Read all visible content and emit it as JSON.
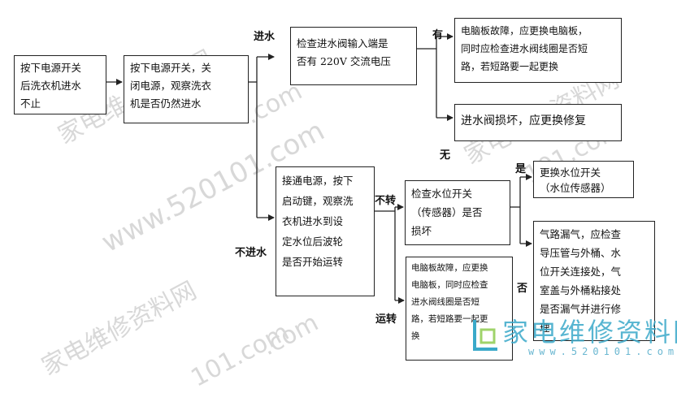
{
  "nodes": {
    "n1": "按下电源开关\n后洗衣机进水\n不止",
    "n2": "按下电源开关，关\n闭电源，观察洗衣\n机是否仍然进水",
    "n3": "检查进水阀输入端是\n否有 220V 交流电压",
    "n4": "电脑板故障，应更换电脑板，\n同时应检查进水阀线圈是否短\n路，若短路要一起更换",
    "n5": "进水阀损坏，应更换修复",
    "n6": "接通电源，按下\n启动键，观察洗\n衣机进水到设\n定水位后波轮\n是否开始运转",
    "n7": "检查水位开关\n（传感器）是否\n损坏",
    "n8": "电脑板故障，应更换\n电脑板，同时应检查\n进水阀线圈是否短\n路，若短路要一起更\n换",
    "n9": "更换水位开关\n（水位传感器）",
    "n10": "气路漏气，应检查\n导压管与外桶、水\n位开关连接处，气\n室盖与外桶粘接处\n是否漏气并进行修\n理"
  },
  "labels": {
    "jinshui": "进水",
    "bujinshui": "不进水",
    "you": "有",
    "wu": "无",
    "buzhuan": "不转",
    "yunzhuan": "运转",
    "shi": "是",
    "fou": "否"
  },
  "watermarks": {
    "cn": "家电维修资料网",
    "url": "www.520101.com",
    "dotcom": ".com",
    "num": "101.com"
  },
  "logo": {
    "text": "家电维修资料网",
    "url": "www.520101.com"
  },
  "colors": {
    "line": "#222222",
    "watermark": "#d8d8d8",
    "logo": "#3aa9c9"
  }
}
